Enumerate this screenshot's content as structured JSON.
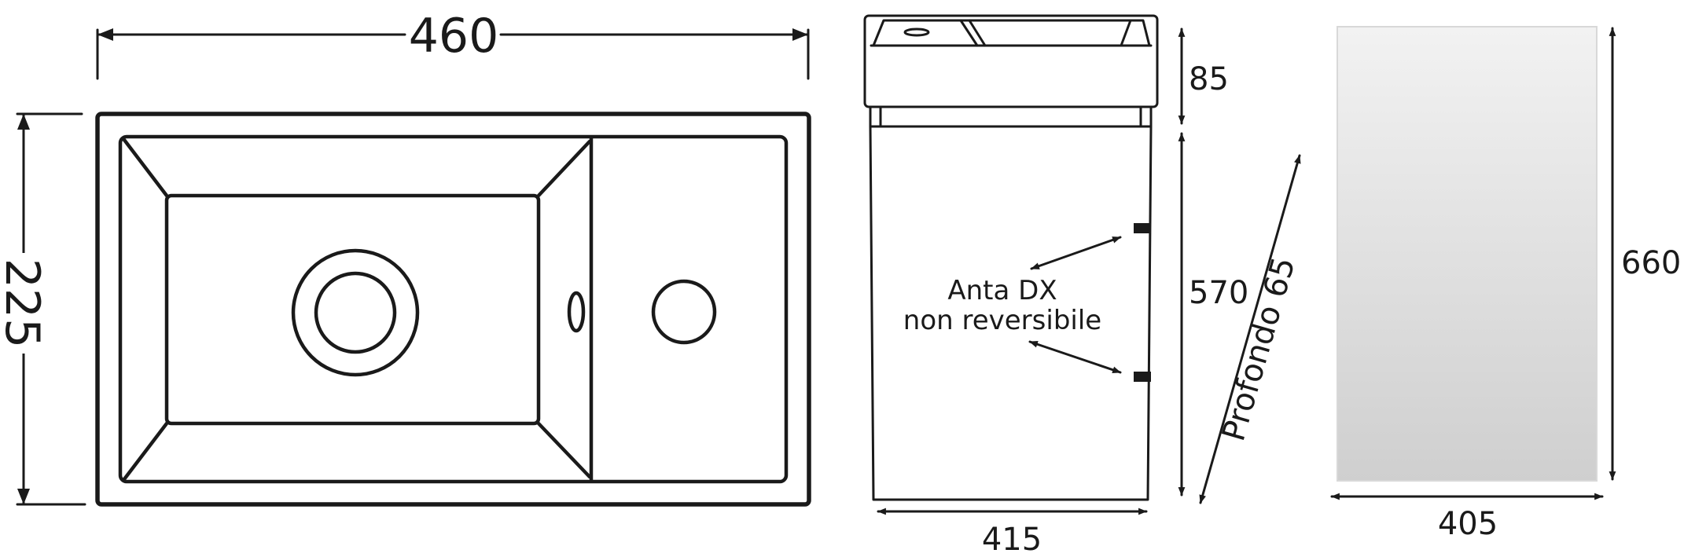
{
  "dimensions": {
    "sink_width": "460",
    "sink_depth": "225",
    "basin_height": "85",
    "cabinet_height": "570",
    "cabinet_width": "415",
    "depth_label": "Profondo 65",
    "mirror_height": "660",
    "mirror_width": "405"
  },
  "note": {
    "line1": "Anta DX",
    "line2": "non reversibile"
  },
  "colors": {
    "line": "#1a1a1a",
    "mirror_top": "#f2f2f2",
    "mirror_bottom": "#d0d0d0"
  }
}
